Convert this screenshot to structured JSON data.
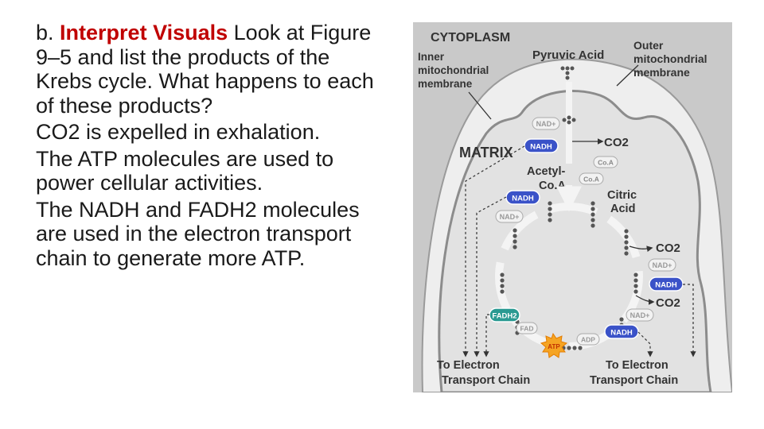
{
  "slide": {
    "heading_prefix": "b.",
    "heading_highlight": "Interpret Visuals",
    "question": "Look at Figure 9–5 and list the products of the Krebs cycle. What happens to each of these products?",
    "answers": [
      "CO2 is expelled in exhalation.",
      "The ATP molecules are used to power cellular activities.",
      "The NADH and FADH2 molecules are used in the electron transport chain to generate  more ATP."
    ],
    "accent_color": "#c00000"
  },
  "figure": {
    "labels": {
      "cytoplasm": "CYTOPLASM",
      "inner_line1": "Inner",
      "inner_line2": "mitochondrial",
      "inner_line3": "membrane",
      "pyruvic": "Pyruvic Acid",
      "outer_line1": "Outer",
      "outer_line2": "mitochondrial",
      "outer_line3": "membrane",
      "matrix": "MATRIX",
      "co2": "CO2",
      "acetyl_line1": "Acetyl-",
      "acetyl_line2": "Co.A",
      "citric_line1": "Citric",
      "citric_line2": "Acid",
      "coa": "Co.A",
      "nad": "NAD+",
      "nadh": "NADH",
      "fad": "FAD",
      "fadh2": "FADH2",
      "adp": "ADP",
      "atp": "ATP",
      "etc_line1": "To Electron",
      "etc_line2": "Transport Chain"
    },
    "colors": {
      "background": "#c9c9c9",
      "matrix": "#e2e2e2",
      "nadh_fill": "#3a52c8",
      "fadh2_fill": "#2a9a92",
      "atp_fill": "#f5a423"
    }
  }
}
